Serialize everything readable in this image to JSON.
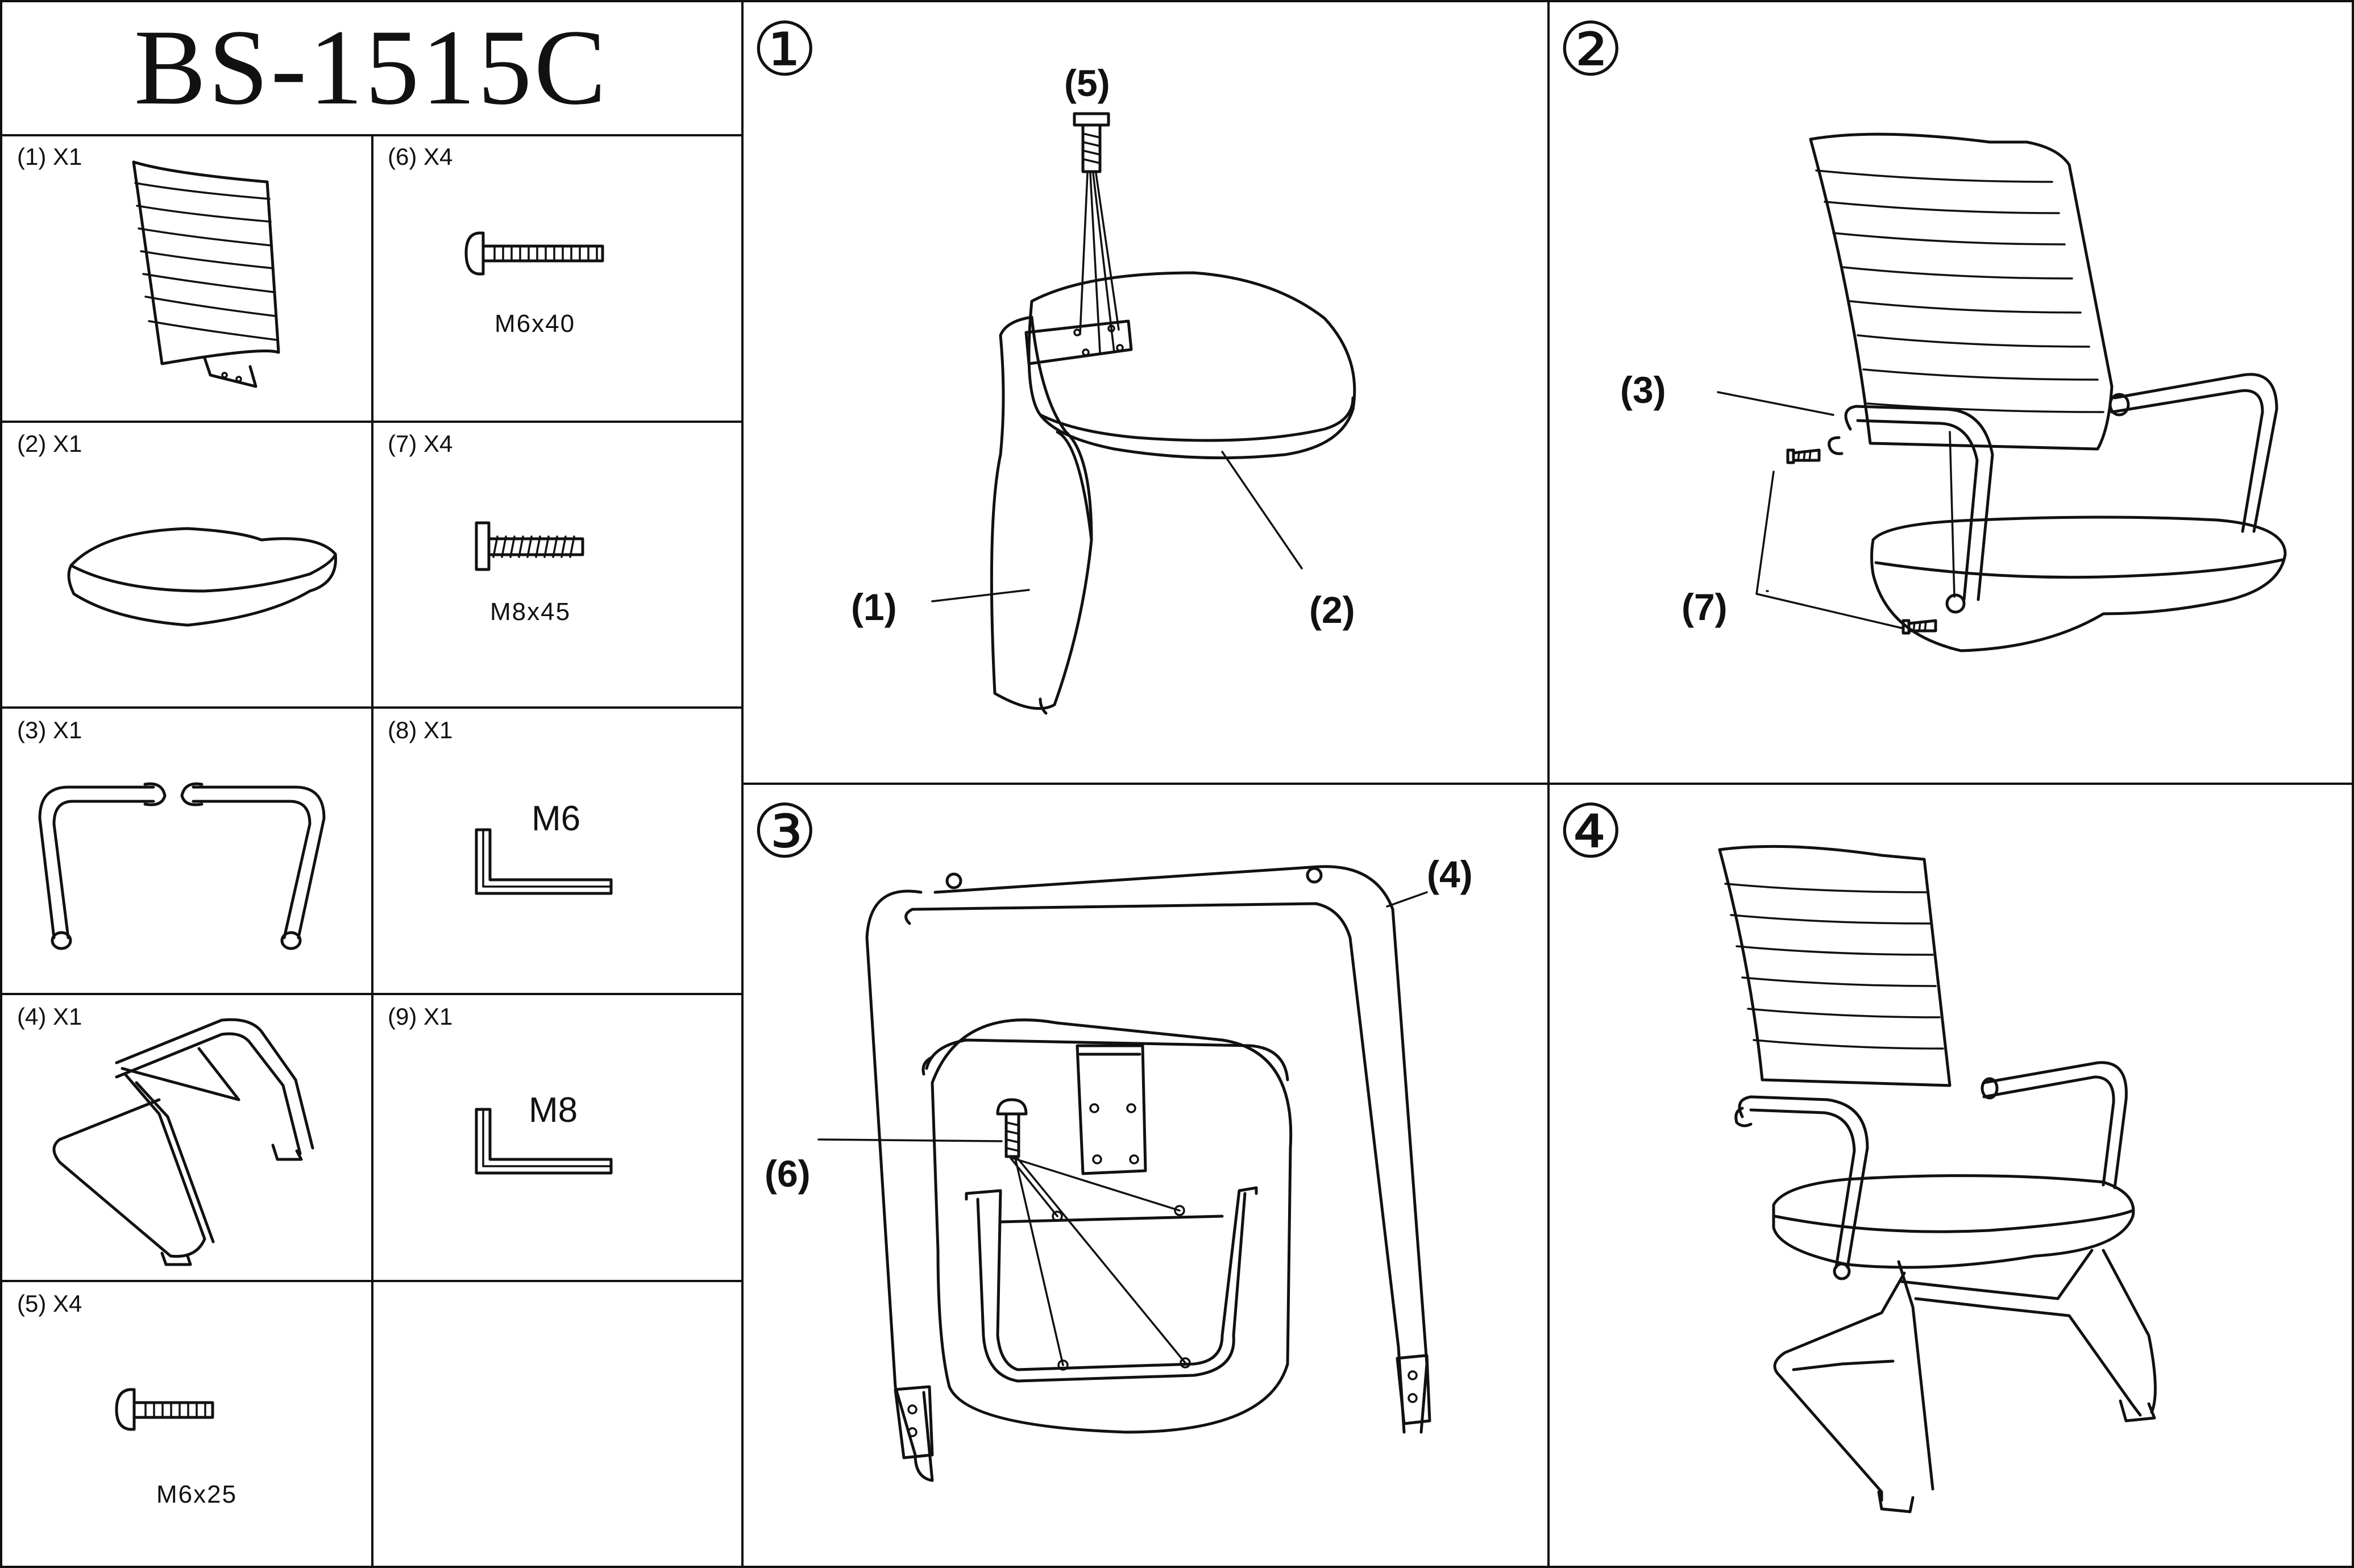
{
  "header": {
    "model": "BS-1515C"
  },
  "parts": [
    {
      "qty": "(1) X1"
    },
    {
      "qty": "(6) X4",
      "spec": "M6x40"
    },
    {
      "qty": "(2) X1"
    },
    {
      "qty": "(7) X4",
      "spec": "M8x45"
    },
    {
      "qty": "(3) X1"
    },
    {
      "qty": "(8) X1",
      "label": "M6"
    },
    {
      "qty": "(4) X1"
    },
    {
      "qty": "(9) X1",
      "label": "M8"
    },
    {
      "qty": "(5) X4",
      "spec": "M6x25"
    }
  ],
  "steps": [
    {
      "number": "①",
      "callouts": [
        "(5)",
        "(1)",
        "(2)"
      ]
    },
    {
      "number": "②",
      "callouts": [
        "(3)",
        "(7)"
      ]
    },
    {
      "number": "③",
      "callouts": [
        "(4)",
        "(6)"
      ]
    },
    {
      "number": "④",
      "callouts": []
    }
  ]
}
